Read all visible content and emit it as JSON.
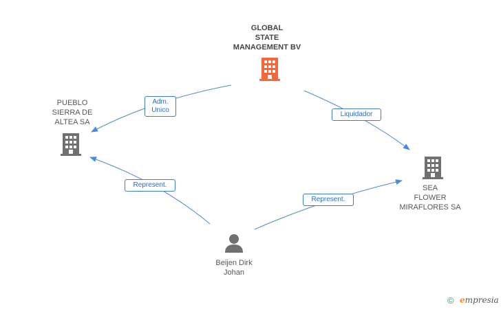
{
  "colors": {
    "edge": "#4a8ad8",
    "company": "#707070",
    "company_main": "#f2683a",
    "person": "#707070",
    "label_border": "#3b7bd0",
    "label_text": "#2b6cc4"
  },
  "nodes": {
    "global_state": {
      "label": "GLOBAL\nSTATE\nMANAGEMENT BV",
      "icon": "building-icon"
    },
    "pueblo": {
      "label": "PUEBLO\nSIERRA DE\nALTEA SA",
      "icon": "building-icon"
    },
    "sea_flower": {
      "label": "SEA\nFLOWER\nMIRAFLORES SA",
      "icon": "building-icon"
    },
    "beijen": {
      "label": "Beijen Dirk\nJohan",
      "icon": "person-icon"
    }
  },
  "edges": {
    "adm_unico": {
      "label": "Adm.\nUnico"
    },
    "liquidador": {
      "label": "Liquidador"
    },
    "represent_left": {
      "label": "Represent."
    },
    "represent_right": {
      "label": "Represent."
    }
  },
  "footer": {
    "copyright": "©",
    "brand_e": "e",
    "brand_rest": "mpresia"
  }
}
